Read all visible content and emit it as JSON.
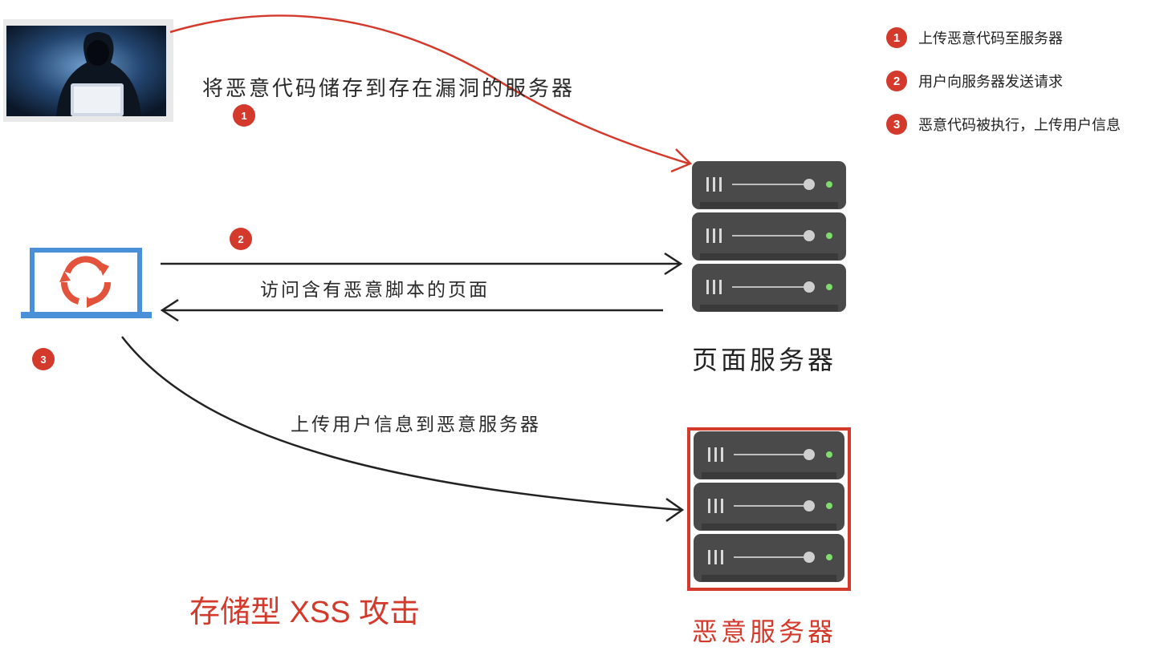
{
  "legend": [
    {
      "num": "1",
      "text": "上传恶意代码至服务器"
    },
    {
      "num": "2",
      "text": "用户向服务器发送请求"
    },
    {
      "num": "3",
      "text": "恶意代码被执行，上传用户信息"
    }
  ],
  "steps": {
    "step1": {
      "num": "1",
      "label": "将恶意代码储存到存在漏洞的服务器"
    },
    "step2": {
      "num": "2",
      "label": "访问含有恶意脚本的页面"
    },
    "step3": {
      "num": "3",
      "label": "上传用户信息到恶意服务器"
    }
  },
  "servers": {
    "page_server": "页面服务器",
    "malicious_server": "恶意服务器"
  },
  "title": "存储型 XSS 攻击",
  "colors": {
    "accent": "#d33a2c",
    "server_body": "#4a4a4a",
    "laptop": "#4a90d9",
    "led": "#7ddc6a"
  }
}
